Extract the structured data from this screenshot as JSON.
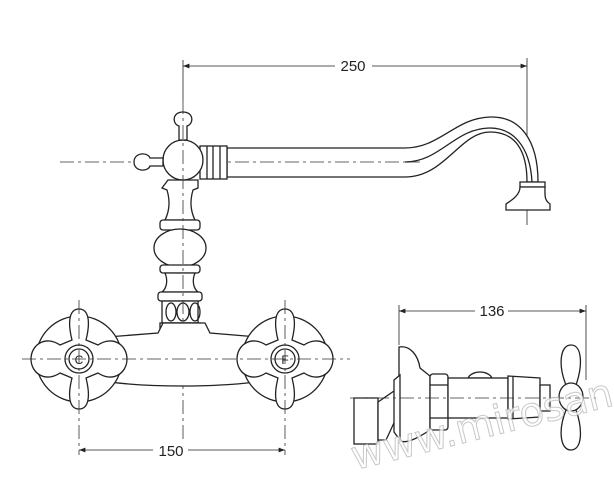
{
  "dimensions": {
    "spout_reach": "250",
    "handle_spacing": "150",
    "side_depth": "136"
  },
  "handle_labels": {
    "left": "C",
    "right": "F"
  },
  "watermark": "www.mirosan.ru"
}
